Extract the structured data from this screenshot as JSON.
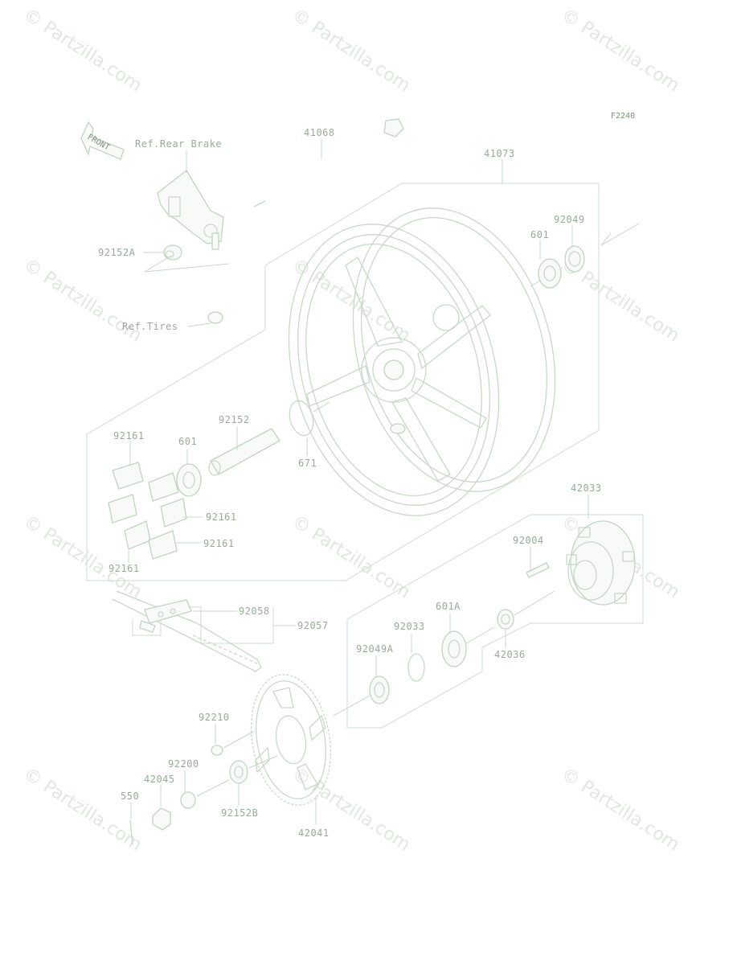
{
  "watermark": "© Partzilla.com",
  "figure_code": "F2240",
  "front_label": "FRONT",
  "labels": {
    "ref_rear_brake": "Ref.Rear Brake",
    "ref_tires": "Ref.Tires",
    "p41068": "41068",
    "p41073": "41073",
    "p92049": "92049",
    "p601_top": "601",
    "p92152A": "92152A",
    "p92152": "92152",
    "p671": "671",
    "p92161_top": "92161",
    "p601_mid": "601",
    "p92161_a": "92161",
    "p92161_b": "92161",
    "p92161_c": "92161",
    "p42033": "42033",
    "p92004": "92004",
    "p601A": "601A",
    "p42036": "42036",
    "p92033": "92033",
    "p92049A": "92049A",
    "p92058": "92058",
    "p92057": "92057",
    "p92210": "92210",
    "p92200": "92200",
    "p42045": "42045",
    "p550": "550",
    "p92152B": "92152B",
    "p42041": "42041"
  }
}
